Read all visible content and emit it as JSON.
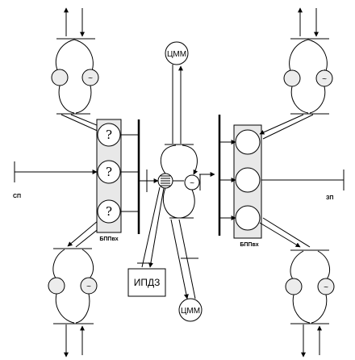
{
  "labels": {
    "sp": "СП",
    "zp": "ЗП",
    "bpp_left": "БППвх",
    "bpp_right": "БППвх",
    "cmm_top": "ЦММ",
    "cmm_bottom": "ЦММ",
    "ipdz": "ИПДЗ",
    "question": "?",
    "tilde": "~",
    "tilde_small": "~"
  }
}
